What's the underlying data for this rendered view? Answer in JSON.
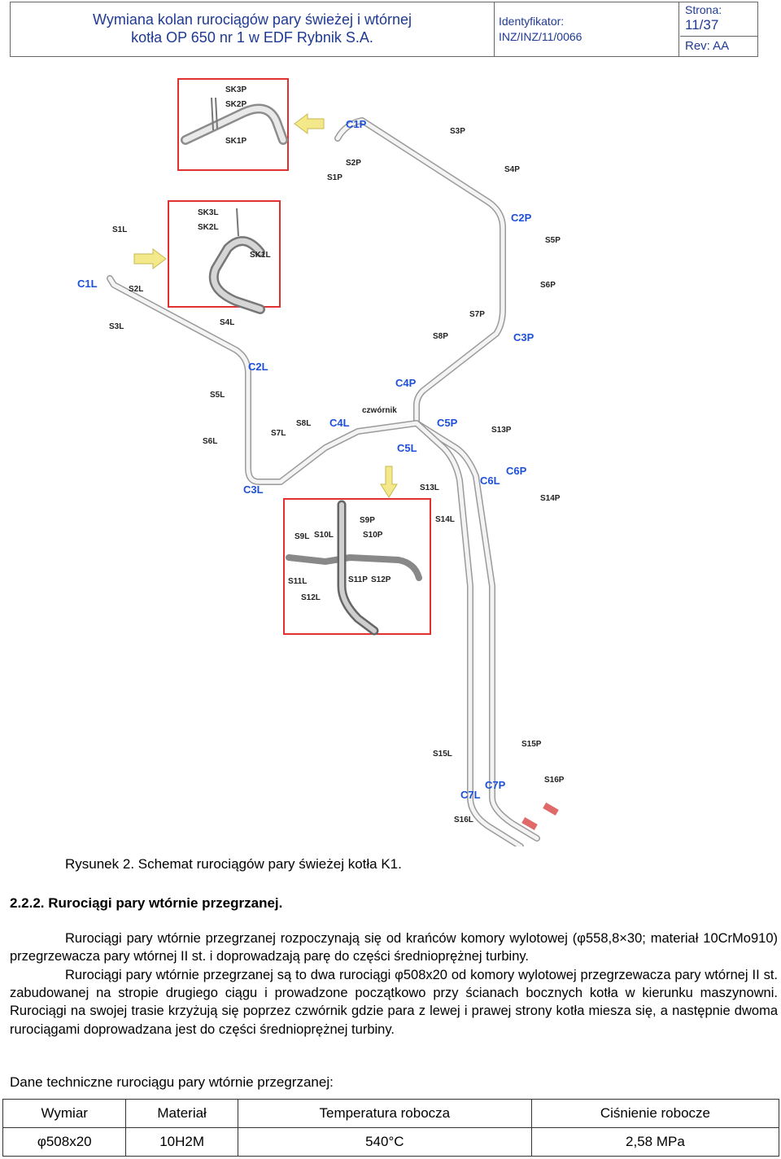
{
  "header": {
    "title_line1": "Wymiana kolan rurociągów pary świeżej i wtórnej",
    "title_line2": "kotła OP 650 nr 1 w EDF Rybnik S.A.",
    "id_label": "Identyfikator:",
    "id_value": "INZ/INZ/11/0066",
    "page_label": "Strona:",
    "page_value": "11/37",
    "rev": "Rev: AA"
  },
  "figure": {
    "label_color": "#1d4fd8",
    "inset_border_color": "#e03030",
    "arrow_color": "#f3e88a",
    "labels": {
      "sk3p": "SK3P",
      "sk2p": "SK2P",
      "sk1p": "SK1P",
      "c1p": "C1P",
      "s3p": "S3P",
      "s2p": "S2P",
      "s1p": "S1P",
      "s4p": "S4P",
      "sk3l": "SK3L",
      "sk2l": "SK2L",
      "sk1l": "SK1L",
      "s1l": "S1L",
      "c2p": "C2P",
      "s5p": "S5P",
      "c1l": "C1L",
      "s2l": "S2L",
      "s6p": "S6P",
      "s7p": "S7P",
      "s3l": "S3L",
      "s4l": "S4L",
      "s8p": "S8P",
      "c3p": "C3P",
      "c2l": "C2L",
      "c4p": "C4P",
      "s5l": "S5L",
      "czwornik": "czwórnik",
      "s8l": "S8L",
      "c4l": "C4L",
      "c5p": "C5P",
      "s13p": "S13P",
      "s7l": "S7L",
      "s6l": "S6L",
      "c5l": "C5L",
      "c6p": "C6P",
      "c6l": "C6L",
      "c3l": "C3L",
      "s13l": "S13L",
      "s14p": "S14P",
      "s14l": "S14L",
      "s9p": "S9P",
      "s9l": "S9L",
      "s10l": "S10L",
      "s10p": "S10P",
      "s11l": "S11L",
      "s11p": "S11P",
      "s12p": "S12P",
      "s12l": "S12L",
      "s15p": "S15P",
      "s15l": "S15L",
      "s16p": "S16P",
      "c7p": "C7P",
      "c7l": "C7L",
      "s16l": "S16L"
    }
  },
  "caption": "Rysunek 2. Schemat rurociągów pary świeżej kotła K1.",
  "section_heading": "2.2.2. Rurociągi pary wtórnie przegrzanej.",
  "paragraph1": "Rurociągi pary wtórnie przegrzanej rozpoczynają się od krańców komory wylotowej (φ558,8×30; materiał 10CrMo910) przegrzewacza pary wtórnej II st. i doprowadzają parę do części średnioprężnej turbiny.",
  "paragraph2": "Rurociągi pary wtórnie przegrzanej są to dwa rurociągi φ508x20 od komory wylotowej przegrzewacza pary wtórnej II st. zabudowanej na stropie drugiego ciągu i prowadzone początkowo przy ścianach bocznych kotła w kierunku maszynowni. Rurociągi na swojej trasie krzyżują się poprzez czwórnik gdzie para z lewej i prawej strony kotła miesza się, a następnie dwoma rurociągami doprowadzana jest do części średnioprężnej turbiny.",
  "table_intro": "Dane techniczne rurociągu pary wtórnie przegrzanej:",
  "table": {
    "headers": [
      "Wymiar",
      "Materiał",
      "Temperatura robocza",
      "Ciśnienie robocze"
    ],
    "row": [
      "φ508x20",
      "10H2M",
      "540°C",
      "2,58 MPa"
    ]
  }
}
